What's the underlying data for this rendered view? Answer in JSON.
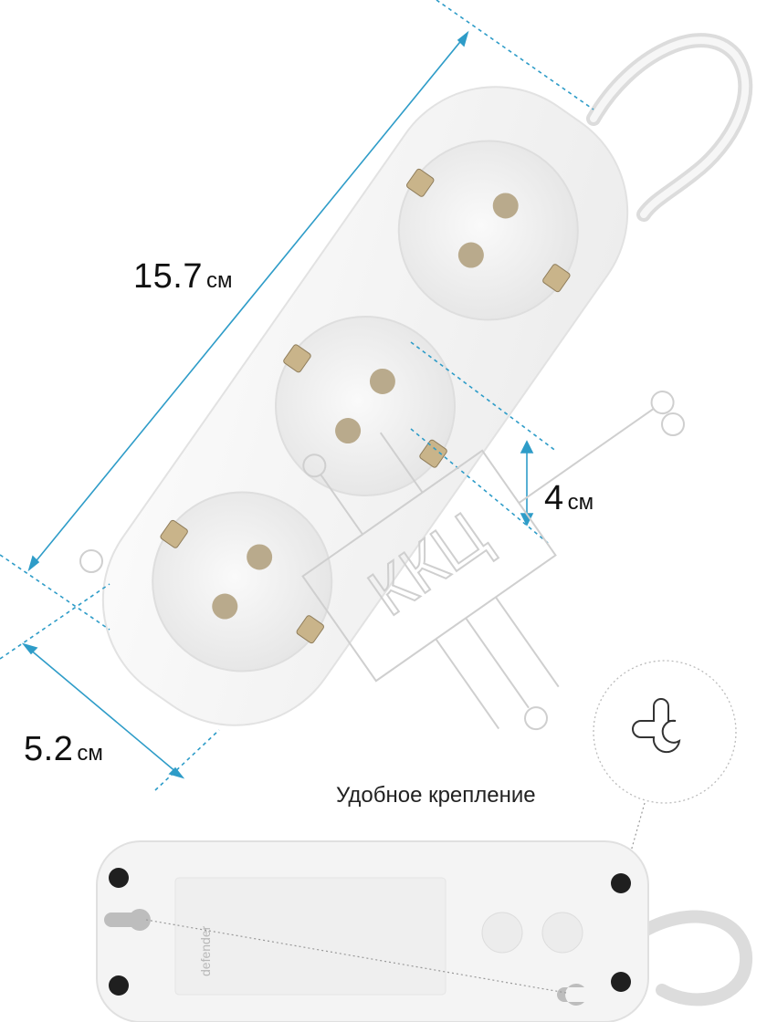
{
  "dimensions": {
    "length": {
      "value": "15.7",
      "unit": "см"
    },
    "width": {
      "value": "5.2",
      "unit": "см"
    },
    "spacing": {
      "value": "4",
      "unit": "см"
    }
  },
  "watermark": "ККЦ",
  "mount_caption": "Удобное крепление",
  "back_logo": "defender",
  "colors": {
    "dimension_line": "#2e9cc8",
    "body": "#f4f4f4",
    "pin": "#c9b48a"
  },
  "icons": [
    "keyhole-mount-icon",
    "screw-icon"
  ]
}
